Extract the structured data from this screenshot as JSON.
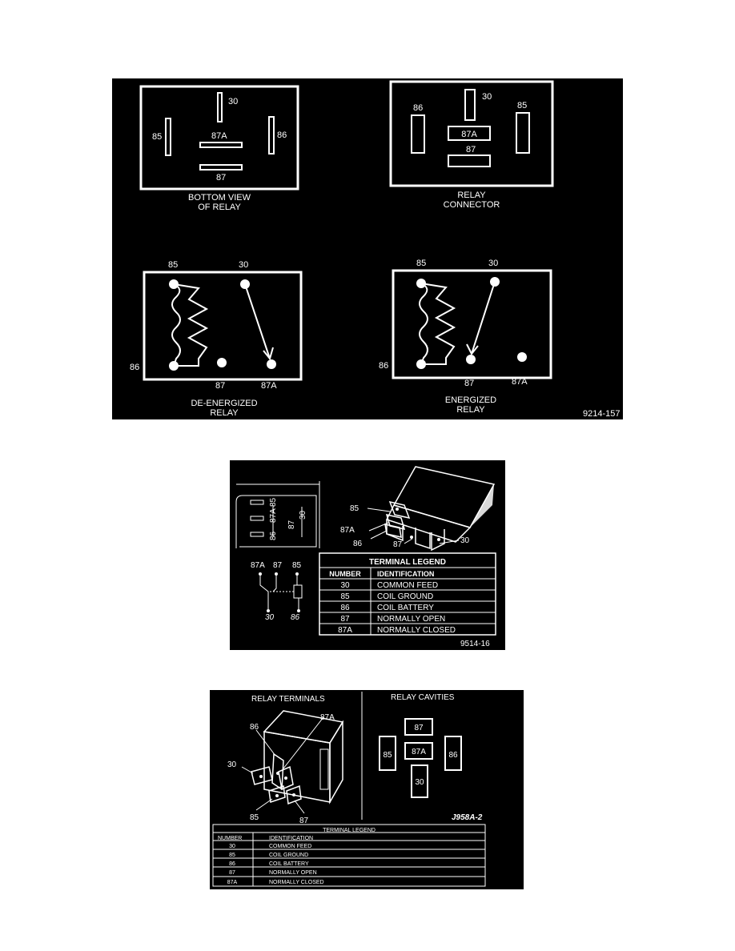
{
  "panel1": {
    "bottom_view": {
      "caption_line1": "BOTTOM VIEW",
      "caption_line2": "OF RELAY",
      "pins": [
        "30",
        "85",
        "87A",
        "86",
        "87"
      ]
    },
    "connector": {
      "caption_line1": "RELAY",
      "caption_line2": "CONNECTOR",
      "pins": [
        "30",
        "86",
        "85",
        "87A",
        "87"
      ]
    },
    "de_energized": {
      "caption_line1": "DE-ENERGIZED",
      "caption_line2": "RELAY",
      "pins": {
        "t85": "85",
        "t30": "30",
        "t86": "86",
        "t87": "87",
        "t87a": "87A"
      }
    },
    "energized": {
      "caption_line1": "ENERGIZED",
      "caption_line2": "RELAY",
      "pins": {
        "t85": "85",
        "t30": "30",
        "t86": "86",
        "t87": "87",
        "t87a": "87A"
      }
    },
    "figure_id": "9214-157"
  },
  "panel2": {
    "side_labels": [
      "86",
      "87A",
      "85",
      "87",
      "30"
    ],
    "relay_labels": [
      "85",
      "87A",
      "86",
      "87",
      "30"
    ],
    "schematic_labels": [
      "87A",
      "87",
      "85",
      "30",
      "86"
    ],
    "legend": {
      "title": "TERMINAL LEGEND",
      "headers": [
        "NUMBER",
        "IDENTIFICATION"
      ],
      "rows": [
        [
          "30",
          "COMMON FEED"
        ],
        [
          "85",
          "COIL GROUND"
        ],
        [
          "86",
          "COIL BATTERY"
        ],
        [
          "87",
          "NORMALLY OPEN"
        ],
        [
          "87A",
          "NORMALLY CLOSED"
        ]
      ]
    },
    "figure_id": "9514-16"
  },
  "panel3": {
    "terminals_title": "RELAY TERMINALS",
    "cavities_title": "RELAY CAVITIES",
    "terminal_labels": [
      "86",
      "87A",
      "30",
      "85",
      "87"
    ],
    "cavities": [
      "87",
      "85",
      "87A",
      "86",
      "30"
    ],
    "figure_id": "J958A-2",
    "legend": {
      "title": "TERMINAL LEGEND",
      "headers": [
        "NUMBER",
        "IDENTIFICATION"
      ],
      "rows": [
        [
          "30",
          "COMMON FEED"
        ],
        [
          "85",
          "COIL GROUND"
        ],
        [
          "86",
          "COIL BATTERY"
        ],
        [
          "87",
          "NORMALLY OPEN"
        ],
        [
          "87A",
          "NORMALLY CLOSED"
        ]
      ]
    }
  },
  "colors": {
    "background": "#000000",
    "ink": "#ffffff",
    "page": "#ffffff"
  }
}
